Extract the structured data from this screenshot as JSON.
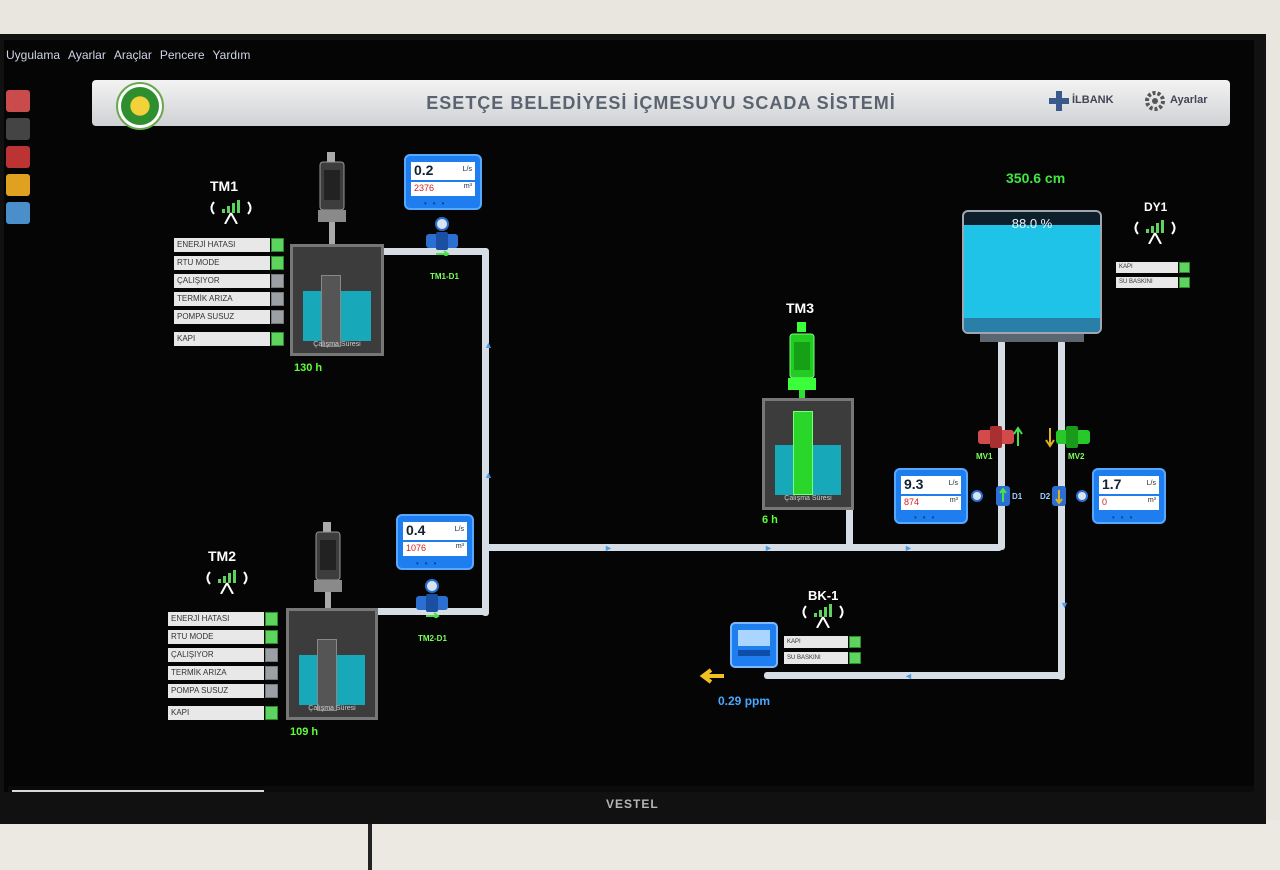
{
  "menu": [
    "Uygulama",
    "Ayarlar",
    "Araçlar",
    "Pencere",
    "Yardım"
  ],
  "header": {
    "title": "ESETÇE BELEDİYESİ İÇMESUYU SCADA SİSTEMİ",
    "brand": "İLBANK",
    "settings_label": "Ayarlar"
  },
  "tm1": {
    "name": "TM1",
    "status": [
      {
        "label": "ENERJİ HATASI",
        "on": true
      },
      {
        "label": "RTU MODE",
        "on": true
      },
      {
        "label": "ÇALIŞIYOR",
        "on": false
      },
      {
        "label": "TERMİK ARIZA",
        "on": false
      },
      {
        "label": "POMPA SUSUZ",
        "on": false
      },
      {
        "label": "KAPI",
        "on": true
      }
    ],
    "tank_label": "Çalışma Süresi",
    "hours": "130 h",
    "meter": {
      "flow": "0.2",
      "flow_unit": "L/s",
      "total": "2376",
      "total_unit": "m³"
    },
    "valve_label": "TM1-D1"
  },
  "tm2": {
    "name": "TM2",
    "status": [
      {
        "label": "ENERJİ HATASI",
        "on": true
      },
      {
        "label": "RTU MODE",
        "on": true
      },
      {
        "label": "ÇALIŞIYOR",
        "on": false
      },
      {
        "label": "TERMİK ARIZA",
        "on": false
      },
      {
        "label": "POMPA SUSUZ",
        "on": false
      },
      {
        "label": "KAPI",
        "on": true
      }
    ],
    "tank_label": "Çalışma Süresi",
    "hours": "109 h",
    "meter": {
      "flow": "0.4",
      "flow_unit": "L/s",
      "total": "1076",
      "total_unit": "m³"
    },
    "valve_label": "TM2-D1"
  },
  "tm3": {
    "name": "TM3",
    "tank_label": "Çalışma Süresi",
    "hours": "6 h"
  },
  "dy1": {
    "name": "DY1",
    "level": "350.6 cm",
    "percent": "88.0 %",
    "fill_fraction": 0.88,
    "status": [
      {
        "label": "KAPI",
        "on": true
      },
      {
        "label": "SU BASKINI",
        "on": true
      }
    ]
  },
  "mv1": {
    "label": "MV1"
  },
  "mv2": {
    "label": "MV2"
  },
  "d1_meter": {
    "flow": "9.3",
    "flow_unit": "L/s",
    "total": "874",
    "total_unit": "m³",
    "label": "D1"
  },
  "d2_meter": {
    "flow": "1.7",
    "flow_unit": "L/s",
    "total": "0",
    "total_unit": "m³",
    "label": "D2"
  },
  "bk1": {
    "name": "BK-1",
    "status": [
      {
        "label": "KAPI",
        "on": true
      },
      {
        "label": "SU BASKINI",
        "on": true
      }
    ],
    "ppm": "0.29 ppm"
  },
  "monitor_brand": "VESTEL",
  "colors": {
    "screen_bg": "#050505",
    "water": "#17a9b9",
    "meter_blue": "#1e7ef0",
    "ok_green": "#5fd35f",
    "pipe": "#d6dde4"
  }
}
